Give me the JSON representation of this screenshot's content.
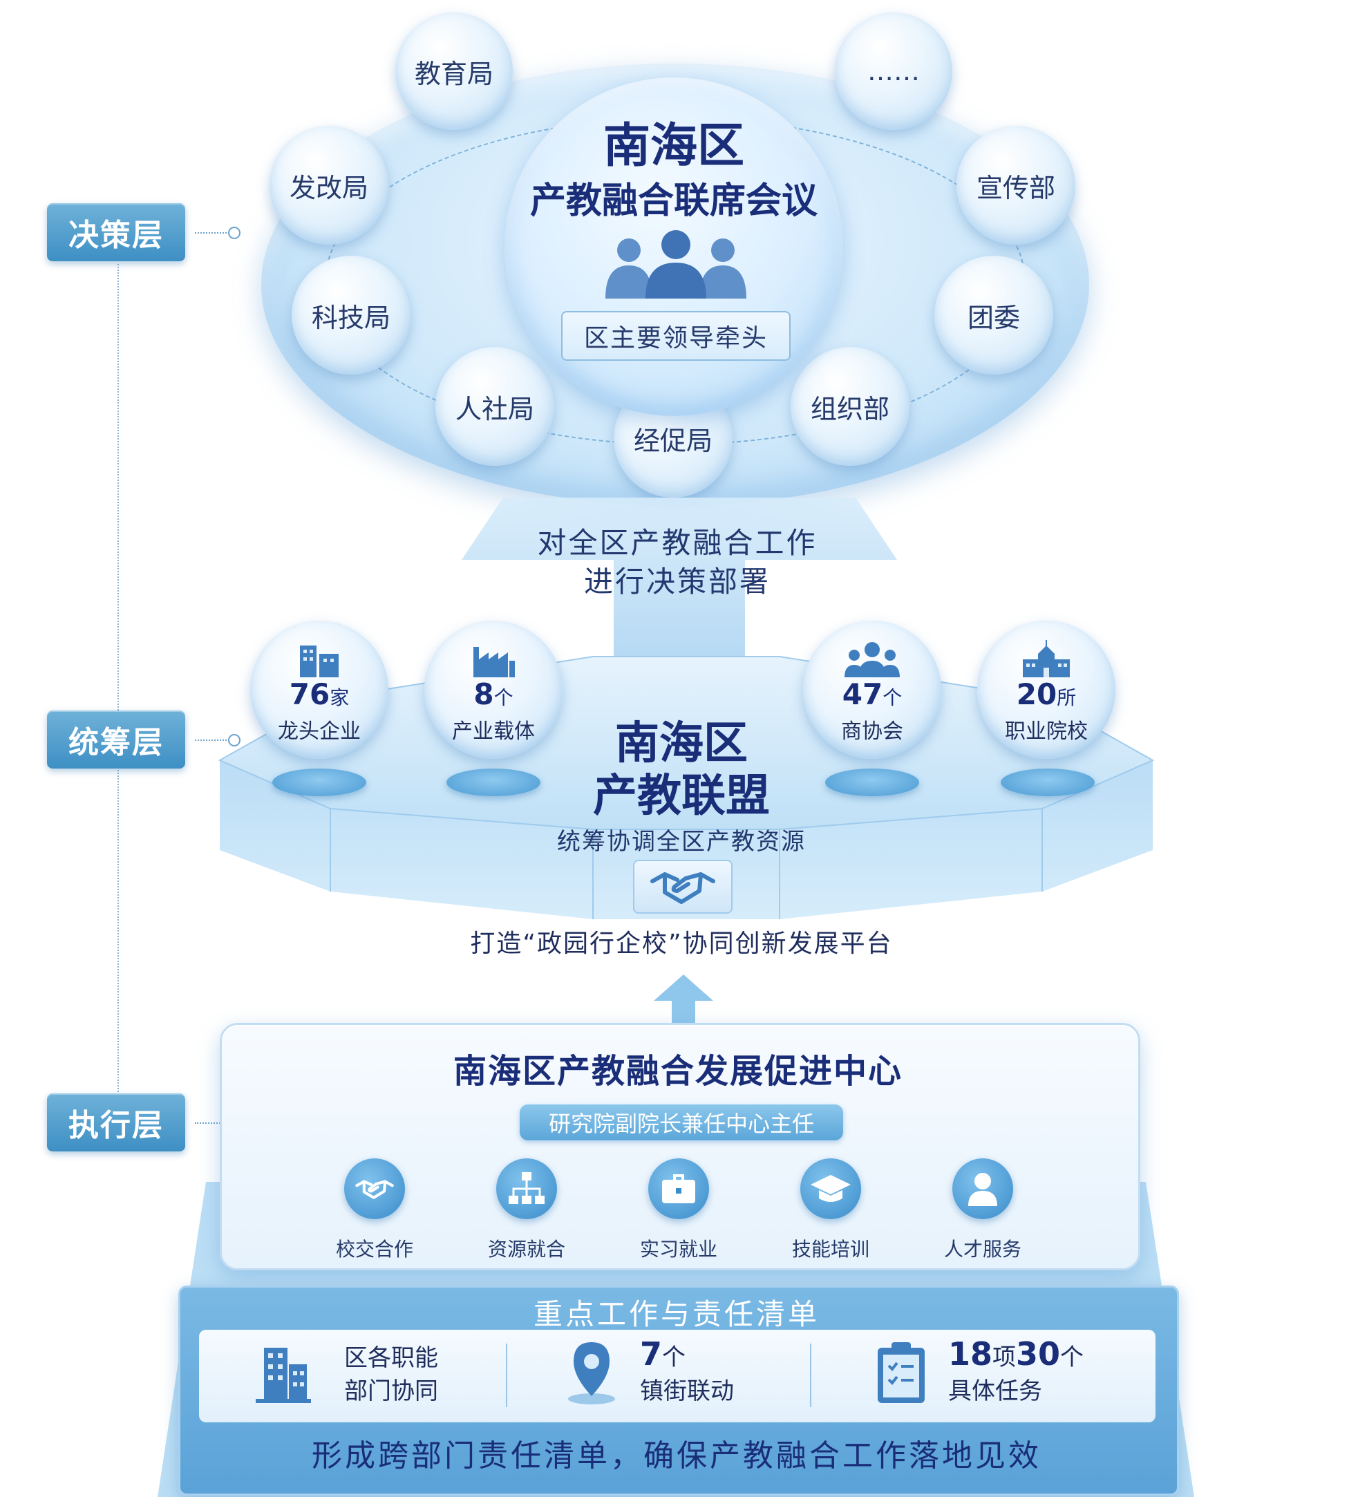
{
  "layers": {
    "decision": "决策层",
    "coordination": "统筹层",
    "execution": "执行层"
  },
  "decision": {
    "title_line1": "南海区",
    "title_line2": "产教融合联席会议",
    "lead": "区主要领导牵头",
    "members": [
      "教育局",
      "……",
      "发改局",
      "宣传部",
      "科技局",
      "团委",
      "人社局",
      "组织部",
      "经促局"
    ],
    "arrow_text": [
      "对全区产教融合工作",
      "进行决策部署"
    ]
  },
  "coordination": {
    "title_line1": "南海区",
    "title_line2": "产教联盟",
    "subtitle": "统筹协调全区产教资源",
    "platform": "打造“政园行企校”协同创新发展平台",
    "stats": [
      {
        "num": "76",
        "unit": "家",
        "label": "龙头企业",
        "icon": "building-icon"
      },
      {
        "num": "8",
        "unit": "个",
        "label": "产业载体",
        "icon": "factory-icon"
      },
      {
        "num": "47",
        "unit": "个",
        "label": "商协会",
        "icon": "group-icon"
      },
      {
        "num": "20",
        "unit": "所",
        "label": "职业院校",
        "icon": "school-icon"
      }
    ]
  },
  "execution": {
    "title": "南海区产教融合发展促进中心",
    "subtitle": "研究院副院长兼任中心主任",
    "services": [
      {
        "label": "校交合作",
        "icon": "handshake-icon"
      },
      {
        "label": "资源就合",
        "icon": "network-icon"
      },
      {
        "label": "实习就业",
        "icon": "briefcase-icon"
      },
      {
        "label": "技能培训",
        "icon": "graduation-cap-icon"
      },
      {
        "label": "人才服务",
        "icon": "person-icon"
      }
    ]
  },
  "base": {
    "title": "重点工作与责任清单",
    "item1_line1": "区各职能",
    "item1_line2": "部门协同",
    "item2_num": "7",
    "item2_unit": "个",
    "item2_label": "镇街联动",
    "item3_num1": "18",
    "item3_unit1": "项",
    "item3_num2": "30",
    "item3_unit2": "个",
    "item3_label": "具体任务",
    "footer": "形成跨部门责任清单，确保产教融合工作落地见效"
  },
  "colors": {
    "accent": "#3e8fc4",
    "title": "#1a2d78",
    "panel": "#dcefff"
  }
}
